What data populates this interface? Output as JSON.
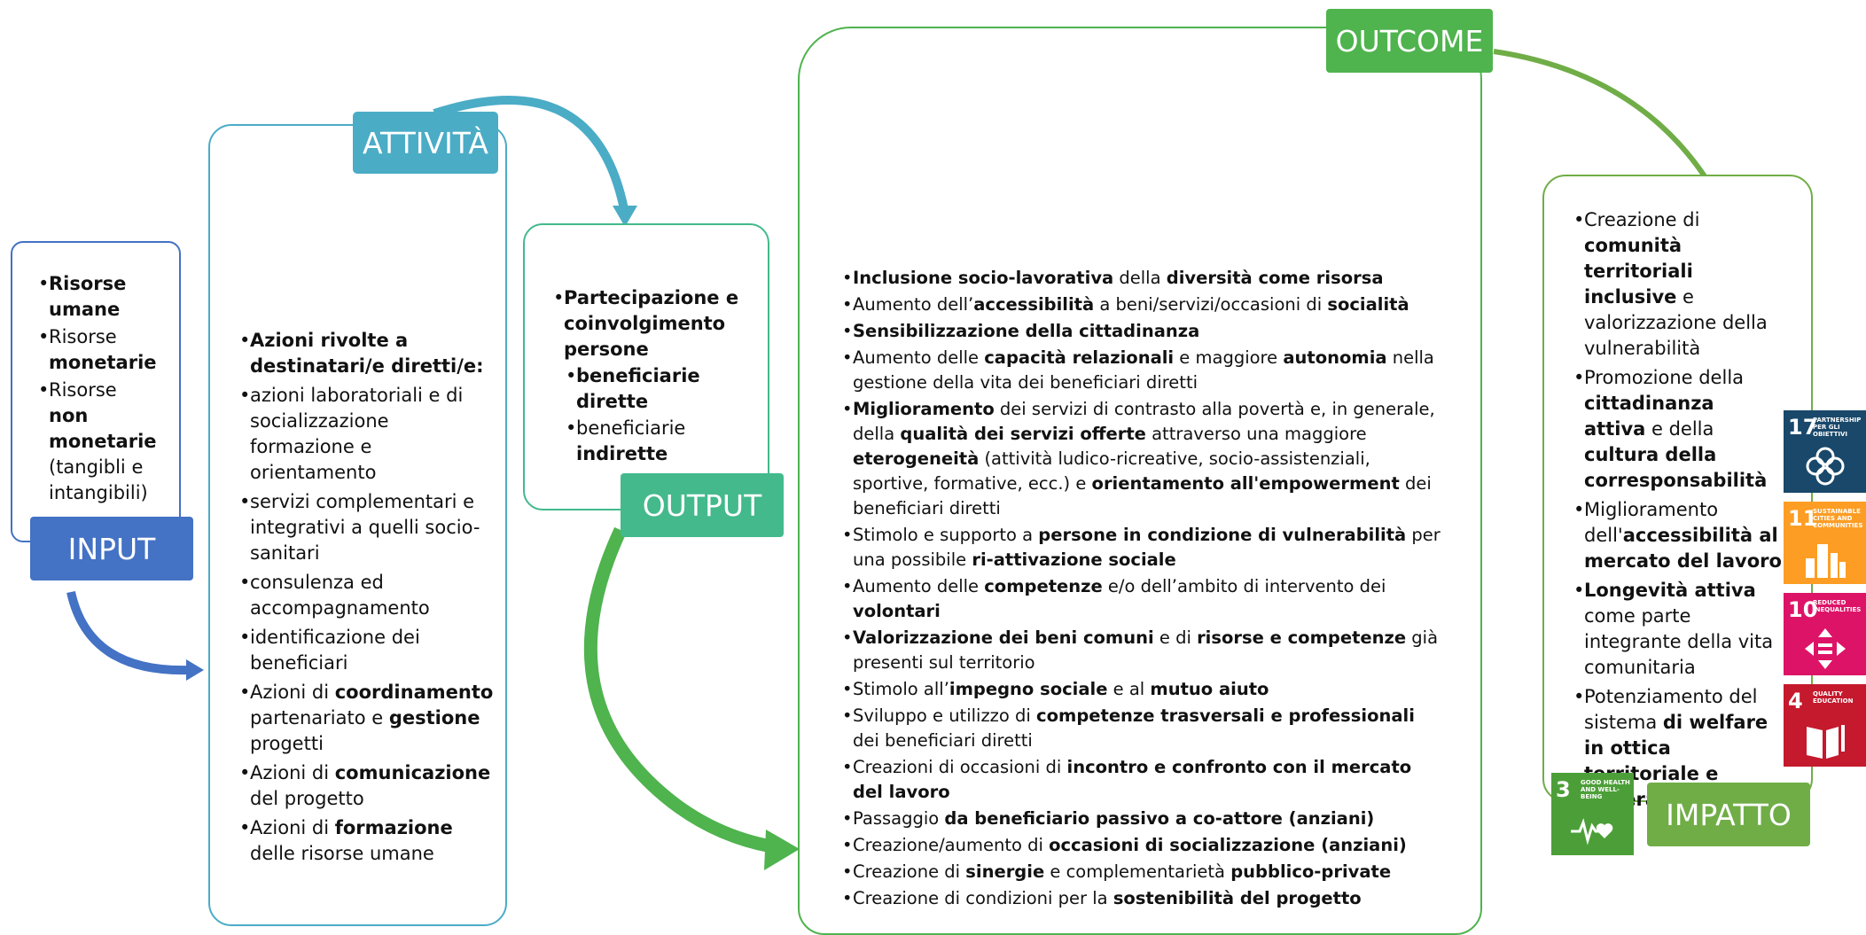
{
  "colors": {
    "input": "#4472c4",
    "attivita": "#4bacc6",
    "output": "#43b98c",
    "outcome": "#4fb34e",
    "impatto": "#70ad47"
  },
  "labels": {
    "input": "INPUT",
    "attivita": "ATTIVITÀ",
    "output": "OUTPUT",
    "outcome": "OUTCOME",
    "impatto": "IMPATTO"
  },
  "input_items": [
    [
      "",
      "Risorse umane",
      ""
    ],
    [
      "Risorse ",
      "monetarie",
      ""
    ],
    [
      "Risorse ",
      "non monetarie",
      " (tangibli e intangibili)"
    ]
  ],
  "attivita_items": [
    [
      "",
      "Azioni rivolte a destinatari/e diretti/e:",
      ""
    ],
    [
      "azioni laboratoriali e di socializzazione formazione e orientamento",
      "",
      ""
    ],
    [
      "servizi complementari e integrativi a quelli socio-sanitari",
      "",
      ""
    ],
    [
      "consulenza ed accompagnamento",
      "",
      ""
    ],
    [
      "identificazione dei beneficiari",
      "",
      ""
    ],
    [
      "Azioni di ",
      "coordinamento",
      " partenariato e ",
      "gestione",
      " progetti"
    ],
    [
      "Azioni di ",
      "comunicazione",
      " del progetto"
    ],
    [
      "Azioni di ",
      "formazione",
      " delle risorse umane"
    ]
  ],
  "output_items": [
    [
      "",
      "Partecipazione e coinvolgimento persone",
      ""
    ],
    [
      "",
      "beneficiarie dirette",
      ""
    ],
    [
      "beneficiarie ",
      "indirette",
      ""
    ]
  ],
  "outcome_items": [
    [
      "",
      "Inclusione socio-lavorativa",
      " della ",
      "diversità come risorsa",
      ""
    ],
    [
      "Aumento dell’",
      "accessibilità",
      " a beni/servizi/occasioni di ",
      "socialità",
      ""
    ],
    [
      "",
      "Sensibilizzazione della cittadinanza",
      ""
    ],
    [
      "Aumento delle ",
      "capacità relazionali",
      " e maggiore ",
      "autonomia",
      " nella gestione della vita dei beneficiari diretti"
    ],
    [
      "",
      "Miglioramento",
      " dei servizi di contrasto alla povertà e, in generale, della ",
      "qualità dei servizi offerte",
      " attraverso una maggiore ",
      "eterogeneità",
      " (attività ludico-ricreative, socio-assistenziali, sportive, formative, ecc.) e ",
      "orientamento all'empowerment",
      " dei beneficiari diretti"
    ],
    [
      "Stimolo e supporto a ",
      "persone in condizione di vulnerabilità",
      " per una possibile ",
      "ri-attivazione sociale",
      ""
    ],
    [
      "Aumento delle ",
      "competenze",
      " e/o dell’ambito di intervento dei ",
      "volontari",
      ""
    ],
    [
      "",
      "Valorizzazione dei beni comuni",
      " e di ",
      "risorse e competenze",
      " già presenti sul territorio"
    ],
    [
      "Stimolo all’",
      "impegno sociale",
      " e al ",
      "mutuo aiuto",
      ""
    ],
    [
      "Sviluppo e utilizzo di ",
      "competenze trasversali e professionali",
      " dei beneficiari diretti"
    ],
    [
      "Creazioni di occasioni di ",
      "incontro e confronto con il mercato del lavoro",
      ""
    ],
    [
      "Passaggio ",
      "da beneficiario passivo a co-attore (anziani)",
      ""
    ],
    [
      "Creazione/aumento di ",
      "occasioni di socializzazione (anziani)",
      ""
    ],
    [
      "Creazione di ",
      "sinergie",
      " e complementarietà ",
      "pubblico-private",
      ""
    ],
    [
      "Creazione di condizioni per la ",
      "sostenibilità del progetto",
      ""
    ]
  ],
  "impatto_items": [
    [
      "Creazione di ",
      "comunità territoriali inclusive",
      " e valorizzazione della vulnerabilità"
    ],
    [
      "Promozione della ",
      "cittadinanza attiva",
      " e della ",
      "cultura della corresponsabilità",
      ""
    ],
    [
      "Miglioramento dell'",
      "accessibilità al mercato del lavoro",
      ""
    ],
    [
      "",
      "Longevità attiva",
      " come parte integrante della vita comunitaria"
    ],
    [
      "Potenziamento del sistema ",
      "di welfare in ottica territoriale e generativa",
      ""
    ]
  ],
  "sdg": [
    {
      "number": "17",
      "title": "PARTNERSHIP PER GLI OBIETTIVI",
      "color": "#19486a",
      "icon": "partnership-rings-icon"
    },
    {
      "number": "11",
      "title": "SUSTAINABLE CITIES AND COMMUNITIES",
      "color": "#fd9d24",
      "icon": "city-buildings-icon"
    },
    {
      "number": "10",
      "title": "REDUCED INEQUALITIES",
      "color": "#dd1367",
      "icon": "equality-arrows-icon"
    },
    {
      "number": "4",
      "title": "QUALITY EDUCATION",
      "color": "#c5192d",
      "icon": "open-book-icon"
    },
    {
      "number": "3",
      "title": "GOOD HEALTH AND WELL-BEING",
      "color": "#4c9f38",
      "icon": "heartbeat-icon"
    }
  ]
}
